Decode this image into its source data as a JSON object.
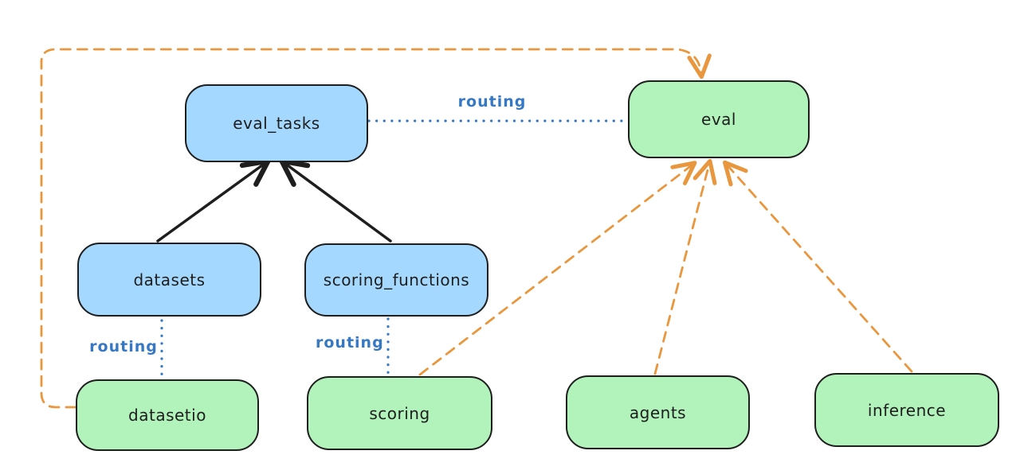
{
  "diagram": {
    "type": "flow-diagram",
    "background": "#ffffff",
    "colors": {
      "node_border": "#1e1e1e",
      "registry_fill_blue": "#a5d8ff",
      "provider_fill_green": "#b2f2bb",
      "solid_arrow_black": "#1e1e1e",
      "dashed_arrow_orange": "#e9973e",
      "routing_dotted_blue": "#3778c4"
    },
    "nodes": [
      {
        "id": "eval_tasks",
        "label": "eval_tasks",
        "fill": "#a5d8ff"
      },
      {
        "id": "eval",
        "label": "eval",
        "fill": "#b2f2bb"
      },
      {
        "id": "datasets",
        "label": "datasets",
        "fill": "#a5d8ff"
      },
      {
        "id": "scoring_functions",
        "label": "scoring_functions",
        "fill": "#a5d8ff"
      },
      {
        "id": "datasetio",
        "label": "datasetio",
        "fill": "#b2f2bb"
      },
      {
        "id": "scoring",
        "label": "scoring",
        "fill": "#b2f2bb"
      },
      {
        "id": "agents",
        "label": "agents",
        "fill": "#b2f2bb"
      },
      {
        "id": "inference",
        "label": "inference",
        "fill": "#b2f2bb"
      }
    ],
    "edges": [
      {
        "from": "datasets",
        "to": "eval_tasks",
        "style": "solid",
        "color": "#1e1e1e",
        "arrow": true
      },
      {
        "from": "scoring_functions",
        "to": "eval_tasks",
        "style": "solid",
        "color": "#1e1e1e",
        "arrow": true
      },
      {
        "from": "eval_tasks",
        "to": "eval",
        "style": "dotted",
        "color": "#3778c4",
        "label": "routing",
        "arrow": false
      },
      {
        "from": "datasets",
        "to": "datasetio",
        "style": "dotted",
        "color": "#3778c4",
        "label": "routing",
        "arrow": false
      },
      {
        "from": "scoring_functions",
        "to": "scoring",
        "style": "dotted",
        "color": "#3778c4",
        "label": "routing",
        "arrow": false
      },
      {
        "from": "datasetio",
        "to": "eval",
        "style": "dashed",
        "color": "#e9973e",
        "arrow": true
      },
      {
        "from": "scoring",
        "to": "eval",
        "style": "dashed",
        "color": "#e9973e",
        "arrow": true
      },
      {
        "from": "agents",
        "to": "eval",
        "style": "dashed",
        "color": "#e9973e",
        "arrow": true
      },
      {
        "from": "inference",
        "to": "eval",
        "style": "dashed",
        "color": "#e9973e",
        "arrow": true
      }
    ]
  }
}
